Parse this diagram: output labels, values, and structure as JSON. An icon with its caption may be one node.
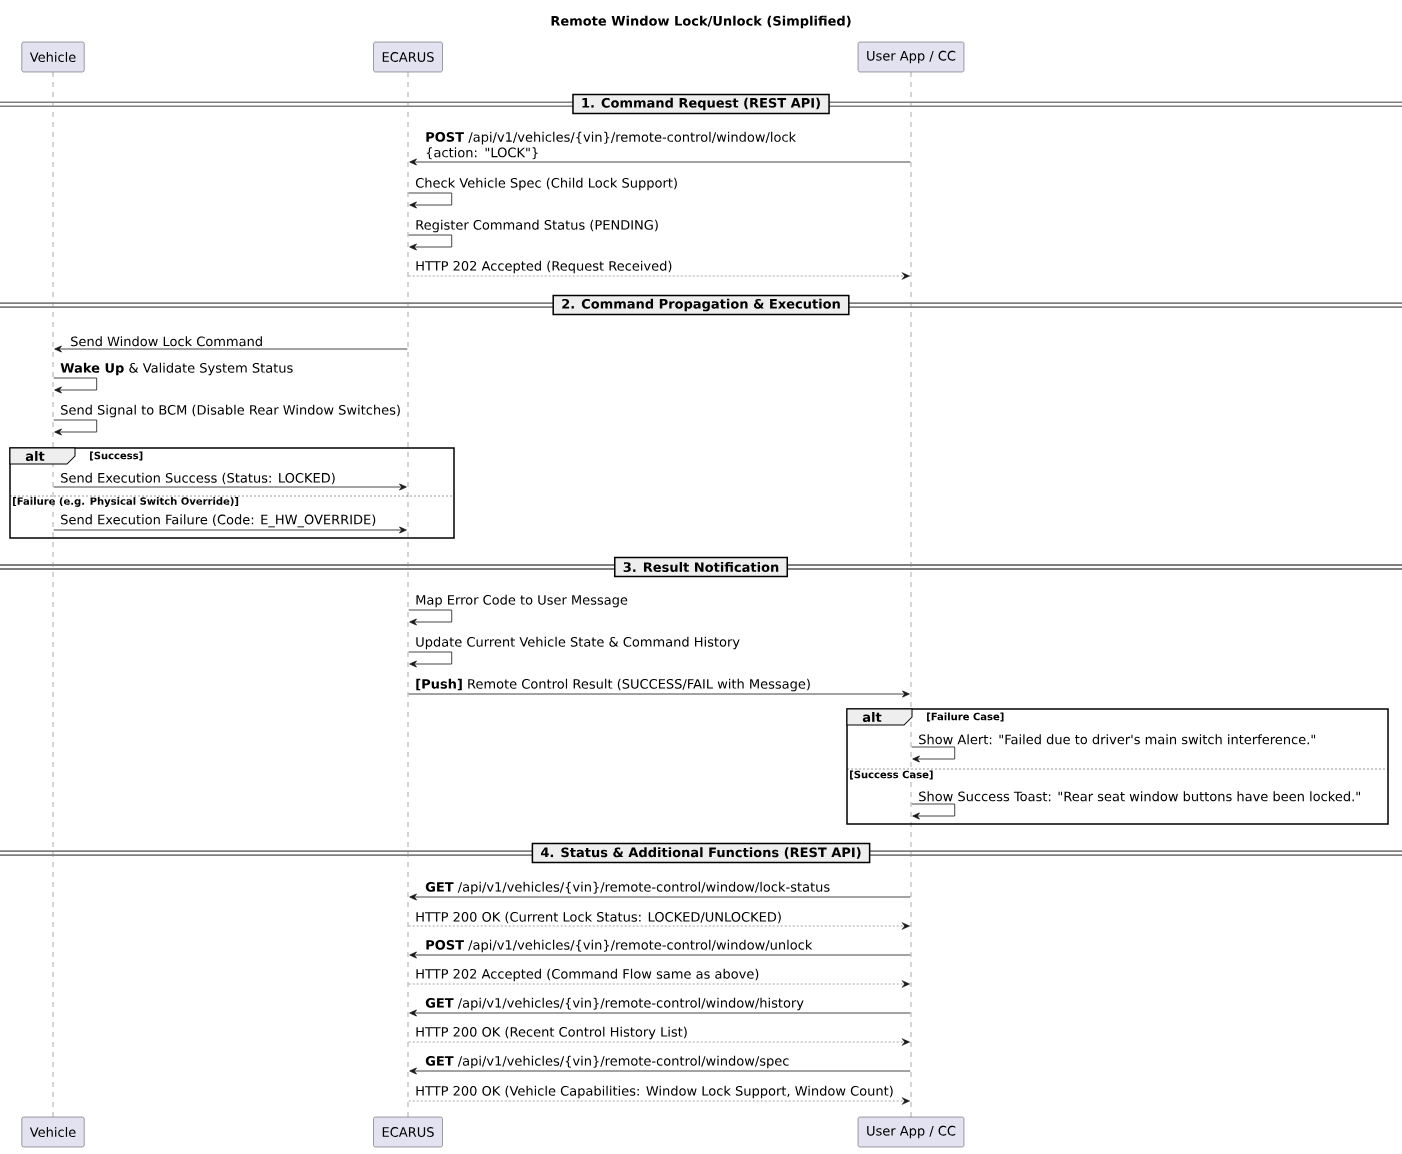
{
  "diagram": {
    "title": "Remote Window Lock/Unlock (Simplified)",
    "nodes": [
      {
        "text": [
          "Vehicle"
        ]
      },
      {
        "text": [
          "ECARUS"
        ]
      },
      {
        "text": [
          "User App / CC"
        ]
      },
      {
        "text": [],
        "shape": "line"
      },
      {
        "text": [],
        "shape": "line"
      },
      {
        "text": [],
        "shape": "line"
      },
      {
        "text": [
          "1. Command Request (REST API)"
        ]
      },
      {
        "text": [
          "2. Command Propagation & Execution"
        ]
      },
      {
        "text": [
          "3. Result Notification"
        ]
      },
      {
        "text": [
          "4. Status & Additional Functions (REST API)"
        ]
      },
      {
        "text": [
          "Vehicle"
        ]
      },
      {
        "text": [
          "ECARUS"
        ]
      },
      {
        "text": [
          "User App / CC"
        ]
      }
    ],
    "edges": [
      {
        "from": 5,
        "to": 4,
        "arrow": "to",
        "label": "**POST** /api/v1/vehicles/{vin}/remote-control/window/lock {action: \"LOCK\"}"
      },
      {
        "from": 4,
        "to": 4,
        "arrow": "to",
        "label": "Check Vehicle Spec (Child Lock Support)"
      },
      {
        "from": 4,
        "to": 4,
        "arrow": "to",
        "label": "Register Command Status (PENDING)"
      },
      {
        "from": 4,
        "to": 5,
        "arrow": "to",
        "style": "dashed",
        "label": "HTTP 202 Accepted (Request Received)"
      },
      {
        "from": 4,
        "to": 3,
        "arrow": "to",
        "label": "Send Window Lock Command"
      },
      {
        "from": 3,
        "to": 3,
        "arrow": "to",
        "label": "**Wake Up** & Validate System Status"
      },
      {
        "from": 3,
        "to": 3,
        "arrow": "to",
        "label": "Send Signal to BCM (Disable Rear Window Switches)"
      },
      {
        "from": 3,
        "to": 4,
        "arrow": "to",
        "label": "Send Execution Success (Status: LOCKED)"
      },
      {
        "from": 3,
        "to": 4,
        "arrow": "to",
        "label": "Send Execution Failure (Code: E_HW_OVERRIDE)"
      },
      {
        "from": 4,
        "to": 4,
        "arrow": "to",
        "label": "Map Error Code to User Message"
      },
      {
        "from": 4,
        "to": 4,
        "arrow": "to",
        "label": "Update Current Vehicle State & Command History"
      },
      {
        "from": 4,
        "to": 5,
        "arrow": "to",
        "label": "**[Push]** Remote Control Result (SUCCESS/FAIL with Message)"
      },
      {
        "from": 5,
        "to": 5,
        "arrow": "to",
        "label": "Show Alert: \"Failed due to driver's main switch interference.\""
      },
      {
        "from": 5,
        "to": 5,
        "arrow": "to",
        "label": "Show Success Toast: \"Rear seat window buttons have been locked.\""
      },
      {
        "from": 5,
        "to": 4,
        "arrow": "to",
        "label": "**GET** /api/v1/vehicles/{vin}/remote-control/window/lock-status"
      },
      {
        "from": 4,
        "to": 5,
        "arrow": "to",
        "style": "dashed",
        "label": "HTTP 200 OK (Current Lock Status: LOCKED/UNLOCKED)"
      },
      {
        "from": 5,
        "to": 4,
        "arrow": "to",
        "label": "**POST** /api/v1/vehicles/{vin}/remote-control/window/unlock"
      },
      {
        "from": 4,
        "to": 5,
        "arrow": "to",
        "style": "dashed",
        "label": "HTTP 202 Accepted (Command Flow same as above)"
      },
      {
        "from": 5,
        "to": 4,
        "arrow": "to",
        "label": "**GET** /api/v1/vehicles/{vin}/remote-control/window/history"
      },
      {
        "from": 4,
        "to": 5,
        "arrow": "to",
        "style": "dashed",
        "label": "HTTP 200 OK (Recent Control History List)"
      },
      {
        "from": 5,
        "to": 4,
        "arrow": "to",
        "label": "**GET** /api/v1/vehicles/{vin}/remote-control/window/spec"
      },
      {
        "from": 4,
        "to": 5,
        "arrow": "to",
        "style": "dashed",
        "label": "HTTP 200 OK (Vehicle Capabilities: Window Lock Support, Window Count)"
      }
    ],
    "labels": [
      "alt",
      "[Success]",
      "[Failure (e.g. Physical Switch Override)]",
      "alt",
      "[Failure Case]",
      "[Success Case]"
    ]
  }
}
